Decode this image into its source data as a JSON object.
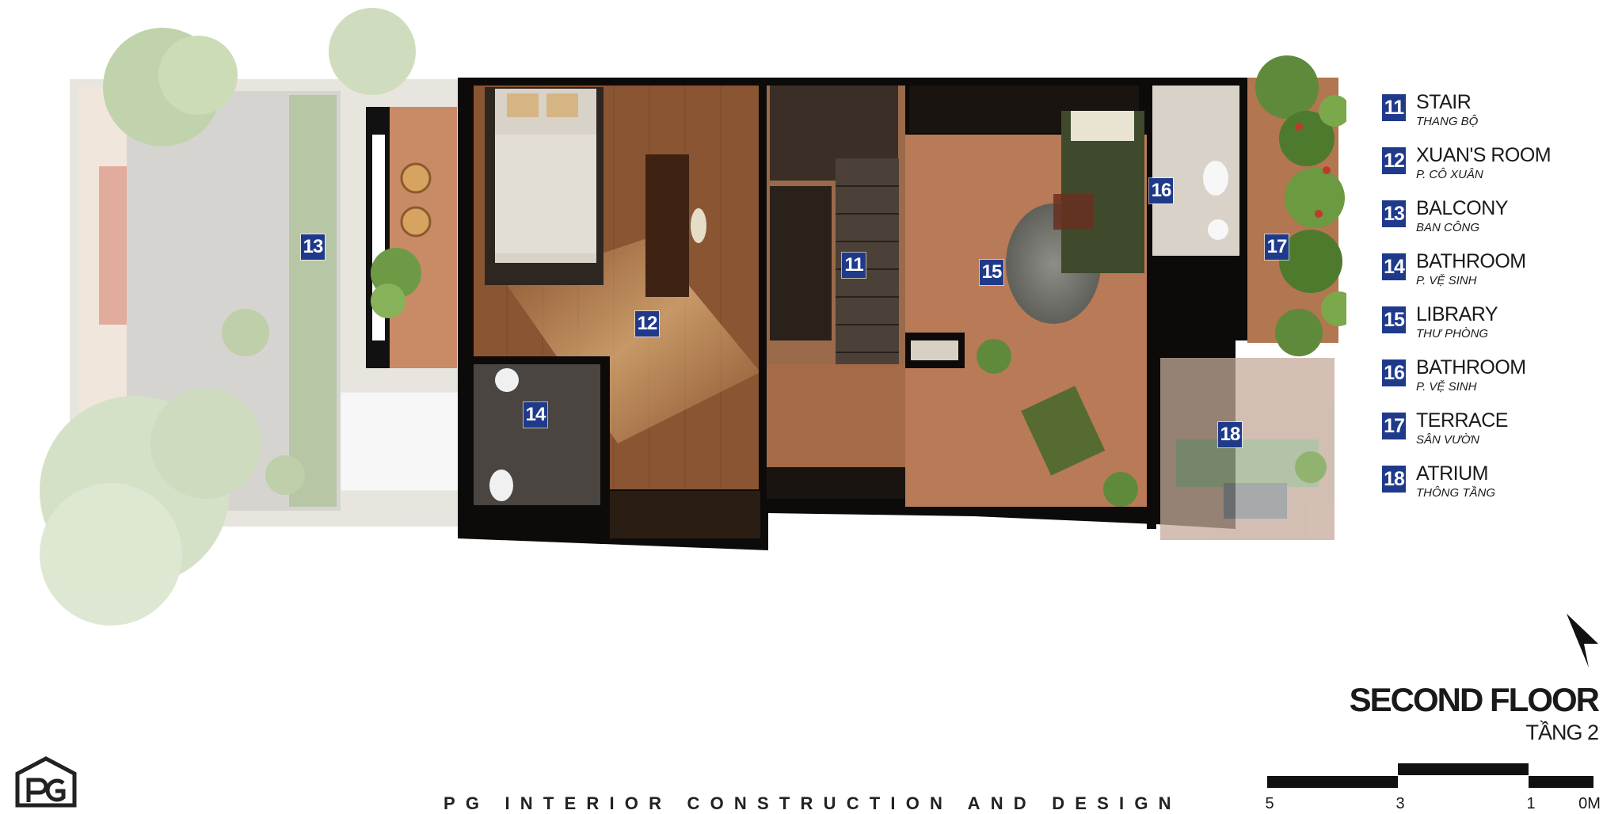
{
  "rooms": [
    {
      "number": "11",
      "name": "STAIR",
      "name_vi": "THANG BỘ"
    },
    {
      "number": "12",
      "name": "XUAN'S ROOM",
      "name_vi": "P. CÔ XUÂN"
    },
    {
      "number": "13",
      "name": "BALCONY",
      "name_vi": "BAN CÔNG"
    },
    {
      "number": "14",
      "name": "BATHROOM",
      "name_vi": "P. VỆ SINH"
    },
    {
      "number": "15",
      "name": "LIBRARY",
      "name_vi": "THƯ PHÒNG"
    },
    {
      "number": "16",
      "name": "BATHROOM",
      "name_vi": "P. VỆ SINH"
    },
    {
      "number": "17",
      "name": "TERRACE",
      "name_vi": "SÂN VƯỜN"
    },
    {
      "number": "18",
      "name": "ATRIUM",
      "name_vi": "THÔNG TẦNG"
    }
  ],
  "title": {
    "main": "SECOND FLOOR",
    "sub": "TẦNG 2"
  },
  "scale": {
    "labels": [
      "5",
      "3",
      "1",
      "0M"
    ]
  },
  "company": "PG INTERIOR CONSTRUCTION AND DESIGN",
  "colors": {
    "tag": "#1f3a8a",
    "wall": "#0d0b0a",
    "wood": "#8a5532",
    "tile": "#b97a58",
    "greenery": "#5f8a3c"
  },
  "icons": {
    "logo": "pg-logo-icon",
    "north": "north-arrow-icon"
  }
}
